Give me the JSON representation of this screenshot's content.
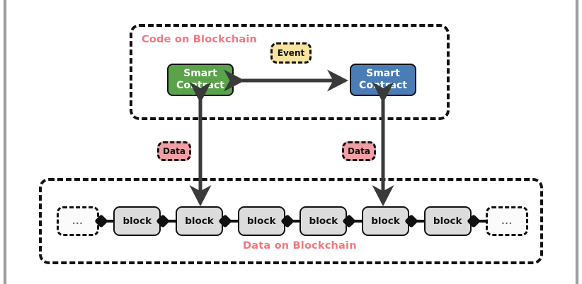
{
  "diagram": {
    "title_code_region": "Code on Blockchain",
    "title_data_region": "Data on Blockchain",
    "colors": {
      "title_red": "#f4777f",
      "contract_green": "#5aa34a",
      "contract_blue": "#4a7db5",
      "event_yellow": "#f8e3a1",
      "data_pink": "#f0a0a4",
      "block_gray": "#dcdcdc",
      "stroke_black": "#111111"
    }
  },
  "code_region": {
    "label": "Code on Blockchain",
    "contracts": [
      {
        "line1": "Smart",
        "line2": "Contract",
        "color": "green"
      },
      {
        "line1": "Smart",
        "line2": "Contract",
        "color": "blue"
      }
    ],
    "event_badge": "Event"
  },
  "data_region": {
    "label": "Data on Blockchain",
    "badges": [
      {
        "label": "Data"
      },
      {
        "label": "Data"
      }
    ],
    "blocks": [
      {
        "label": "...",
        "kind": "ellipsis"
      },
      {
        "label": "block",
        "kind": "block"
      },
      {
        "label": "block",
        "kind": "block"
      },
      {
        "label": "block",
        "kind": "block"
      },
      {
        "label": "block",
        "kind": "block"
      },
      {
        "label": "block",
        "kind": "block"
      },
      {
        "label": "block",
        "kind": "block"
      },
      {
        "label": "...",
        "kind": "ellipsis"
      }
    ]
  }
}
